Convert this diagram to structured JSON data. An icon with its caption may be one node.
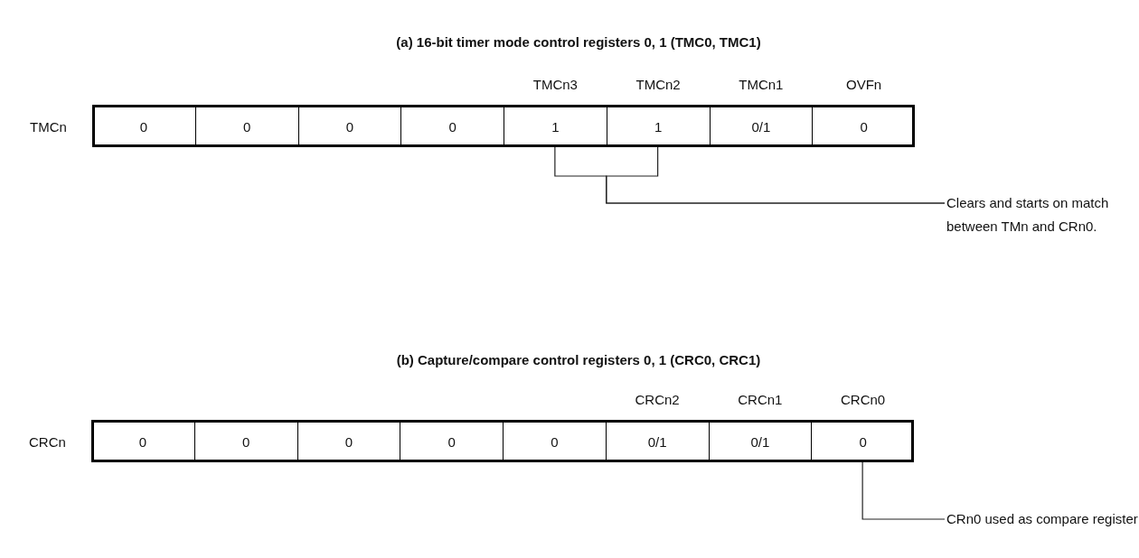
{
  "diagram": {
    "nodes": [
      {
        "text": [
          "TMCn"
        ]
      },
      {
        "text": [
          "0"
        ],
        "in": 0
      },
      {
        "text": [
          "0"
        ],
        "in": 0
      },
      {
        "text": [
          "0"
        ],
        "in": 0
      },
      {
        "text": [
          "0"
        ],
        "in": 0
      },
      {
        "text": [
          "TMCn3",
          "1"
        ],
        "in": 0
      },
      {
        "text": [
          "TMCn2",
          "1"
        ],
        "in": 0
      },
      {
        "text": [
          "TMCn1",
          "0/1"
        ],
        "in": 0
      },
      {
        "text": [
          "OVFn",
          "0"
        ],
        "in": 0
      },
      {
        "text": [
          "Clears and starts on match between TMn and CRn0."
        ]
      },
      {
        "text": [
          "CRCn"
        ]
      },
      {
        "text": [
          "0"
        ],
        "in": 10
      },
      {
        "text": [
          "0"
        ],
        "in": 10
      },
      {
        "text": [
          "0"
        ],
        "in": 10
      },
      {
        "text": [
          "0"
        ],
        "in": 10
      },
      {
        "text": [
          "0"
        ],
        "in": 10
      },
      {
        "text": [
          "CRCn2",
          "0/1"
        ],
        "in": 10
      },
      {
        "text": [
          "CRCn1",
          "0/1"
        ],
        "in": 10
      },
      {
        "text": [
          "CRCn0",
          "0"
        ],
        "in": 10
      },
      {
        "text": [
          "CRn0 used as compare register"
        ]
      }
    ],
    "edges": [
      {
        "from": 5,
        "to": 9,
        "arrow": "none"
      },
      {
        "from": 6,
        "to": 9,
        "arrow": "none"
      },
      {
        "from": 18,
        "to": 19,
        "arrow": "none"
      }
    ],
    "labels": [
      "(a)  16-bit timer mode control registers 0, 1 (TMC0, TMC1)",
      "(b)  Capture/compare control registers 0, 1 (CRC0, CRC1)"
    ]
  }
}
